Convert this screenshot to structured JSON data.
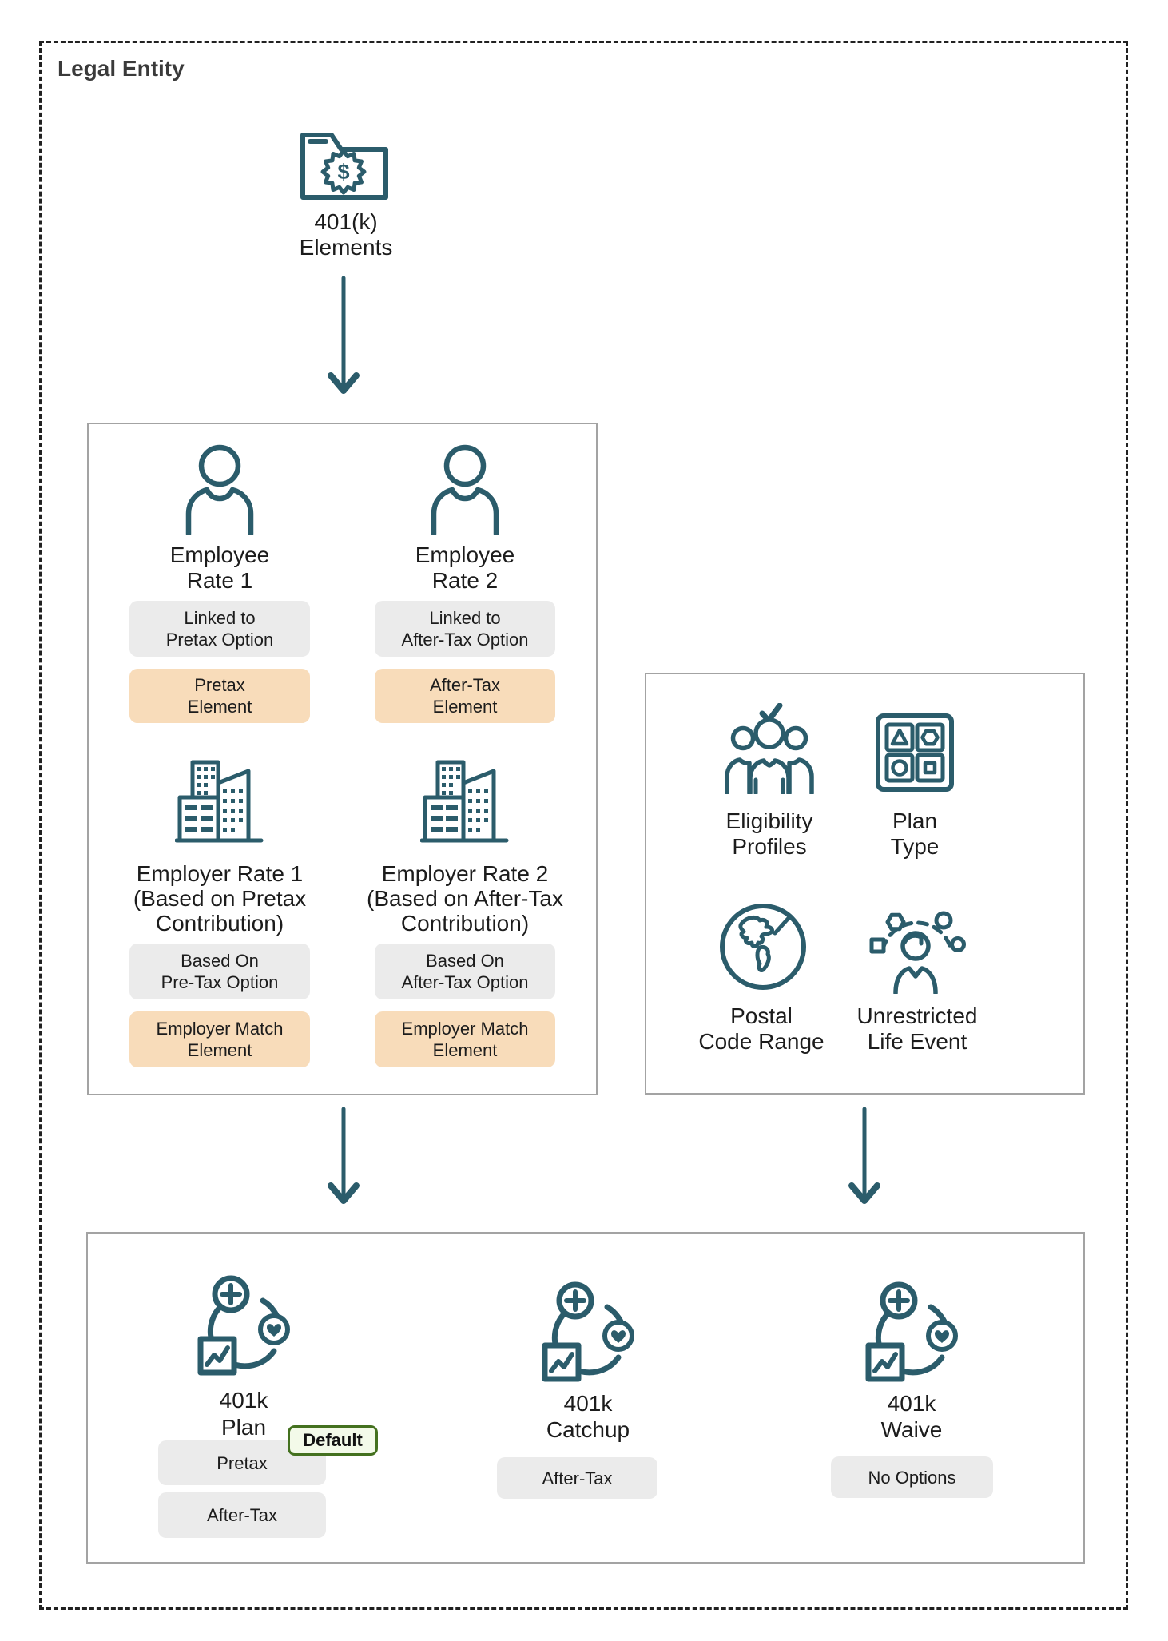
{
  "title": "Legal Entity",
  "colors": {
    "icon_teal": "#2b5c6b",
    "chip_gray": "#ebebeb",
    "chip_orange": "#f8dcba",
    "box_border_gray": "#a3a3a3",
    "badge_green_border": "#44711f",
    "badge_green_bg": "#f3fae9"
  },
  "root": {
    "name_lines": [
      "401(k)",
      "Elements"
    ]
  },
  "elements_box": {
    "employee_rates": [
      {
        "name_lines": [
          "Employee",
          "Rate 1"
        ],
        "linked_lines": [
          "Linked to",
          "Pretax Option"
        ],
        "element_lines": [
          "Pretax",
          "Element"
        ]
      },
      {
        "name_lines": [
          "Employee",
          "Rate 2"
        ],
        "linked_lines": [
          "Linked to",
          "After-Tax Option"
        ],
        "element_lines": [
          "After-Tax",
          "Element"
        ]
      }
    ],
    "employer_rates": [
      {
        "name_lines": [
          "Employer Rate 1",
          "(Based on Pretax",
          "Contribution)"
        ],
        "based_lines": [
          "Based On",
          "Pre-Tax Option"
        ],
        "element_lines": [
          "Employer Match",
          "Element"
        ]
      },
      {
        "name_lines": [
          "Employer Rate 2",
          "(Based on After-Tax",
          "Contribution)"
        ],
        "based_lines": [
          "Based On",
          "After-Tax Option"
        ],
        "element_lines": [
          "Employer Match",
          "Element"
        ]
      }
    ]
  },
  "criteria_box": {
    "items": [
      {
        "label_lines": [
          "Eligibility",
          "Profiles"
        ]
      },
      {
        "label_lines": [
          "Plan",
          "Type"
        ]
      },
      {
        "label_lines": [
          "Postal",
          "Code Range"
        ]
      },
      {
        "label_lines": [
          "Unrestricted",
          "Life Event"
        ]
      }
    ]
  },
  "plans_box": {
    "plans": [
      {
        "name_lines": [
          "401k",
          "Plan"
        ],
        "badge": "Default",
        "options": [
          "Pretax",
          "After-Tax"
        ]
      },
      {
        "name_lines": [
          "401k",
          "Catchup"
        ],
        "options": [
          "After-Tax"
        ]
      },
      {
        "name_lines": [
          "401k",
          "Waive"
        ],
        "options": [
          "No Options"
        ]
      }
    ]
  }
}
